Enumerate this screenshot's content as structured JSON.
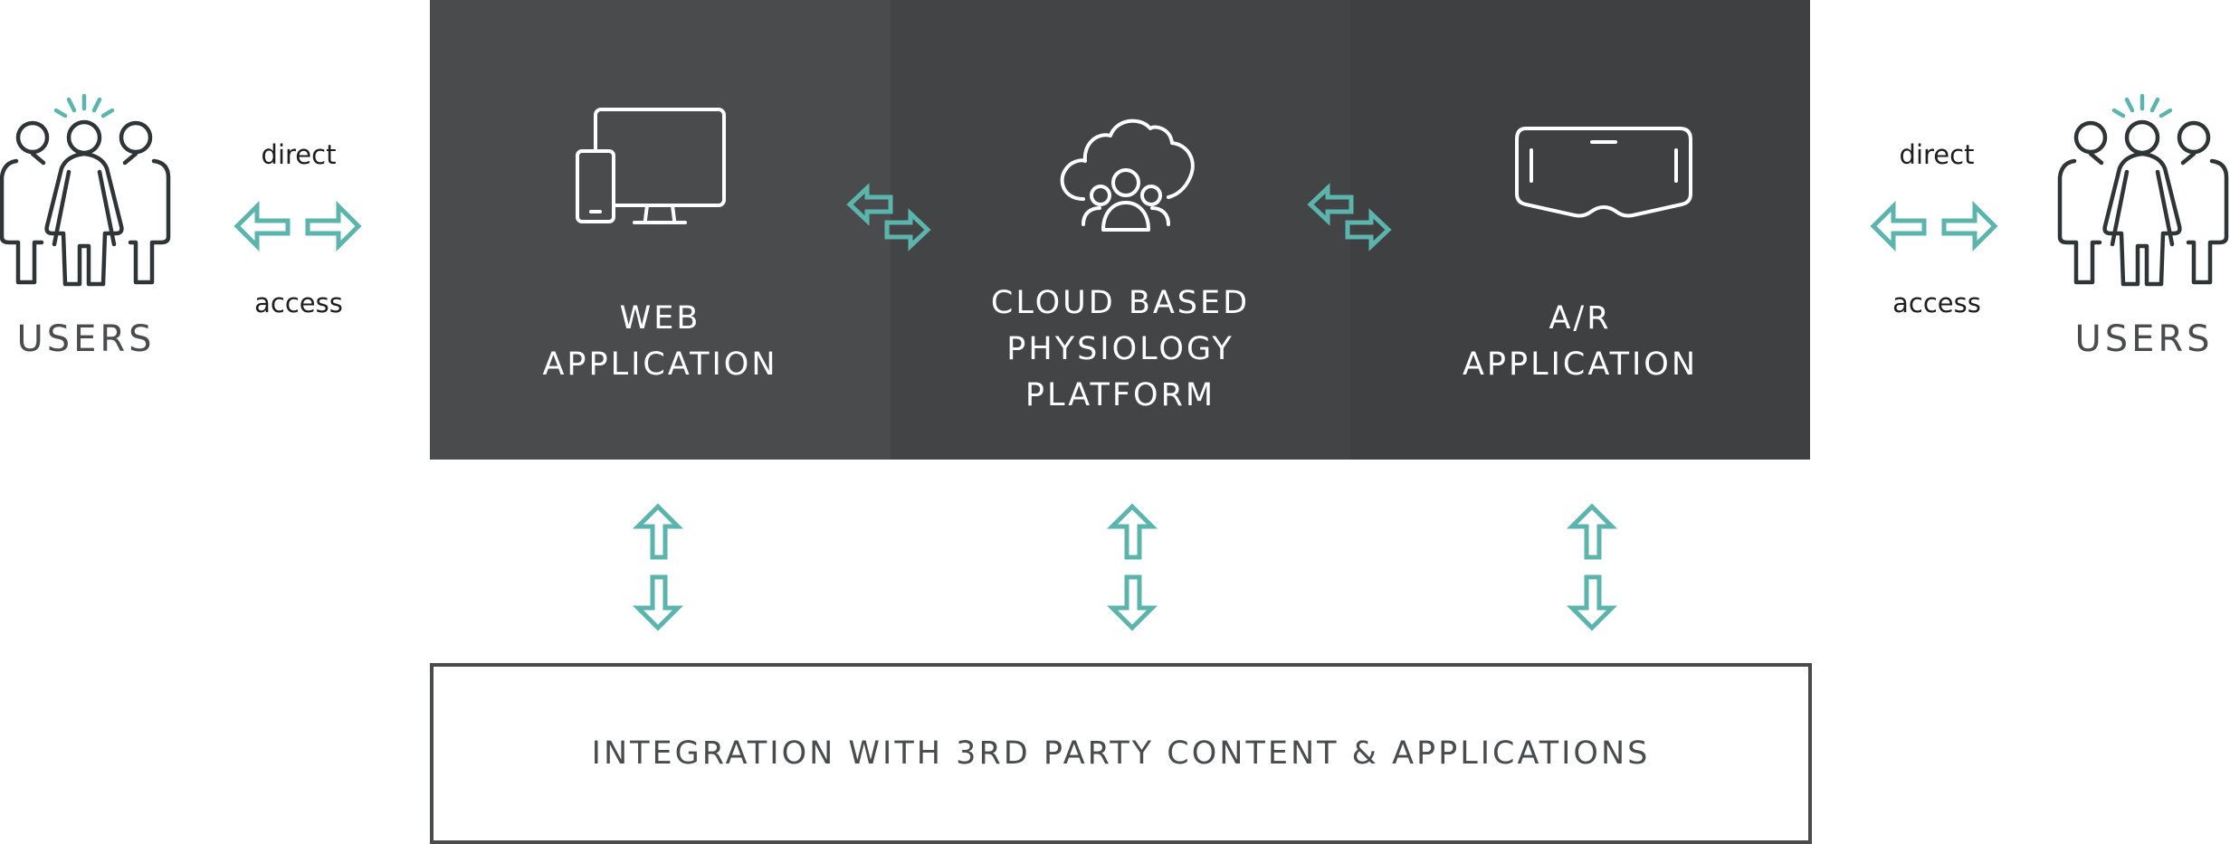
{
  "users_left": {
    "label": "USERS",
    "icon": "users-group-icon"
  },
  "users_right": {
    "label": "USERS",
    "icon": "users-group-icon"
  },
  "access_left": {
    "top": "direct",
    "bottom": "access"
  },
  "access_right": {
    "top": "direct",
    "bottom": "access"
  },
  "panels": {
    "web": {
      "lines": [
        "WEB",
        "APPLICATION"
      ],
      "icon": "devices-icon"
    },
    "cloud": {
      "lines": [
        "CLOUD BASED",
        "PHYSIOLOGY",
        "PLATFORM"
      ],
      "icon": "cloud-users-icon"
    },
    "ar": {
      "lines": [
        "A/R",
        "APPLICATION"
      ],
      "icon": "ar-headset-icon"
    }
  },
  "integration": {
    "label": "INTEGRATION WITH 3RD PARTY CONTENT & APPLICATIONS"
  },
  "colors": {
    "accent": "#5bb5ac",
    "dark": "#4a4b4d",
    "icon_dark": "#2f3437",
    "white": "#ffffff"
  }
}
